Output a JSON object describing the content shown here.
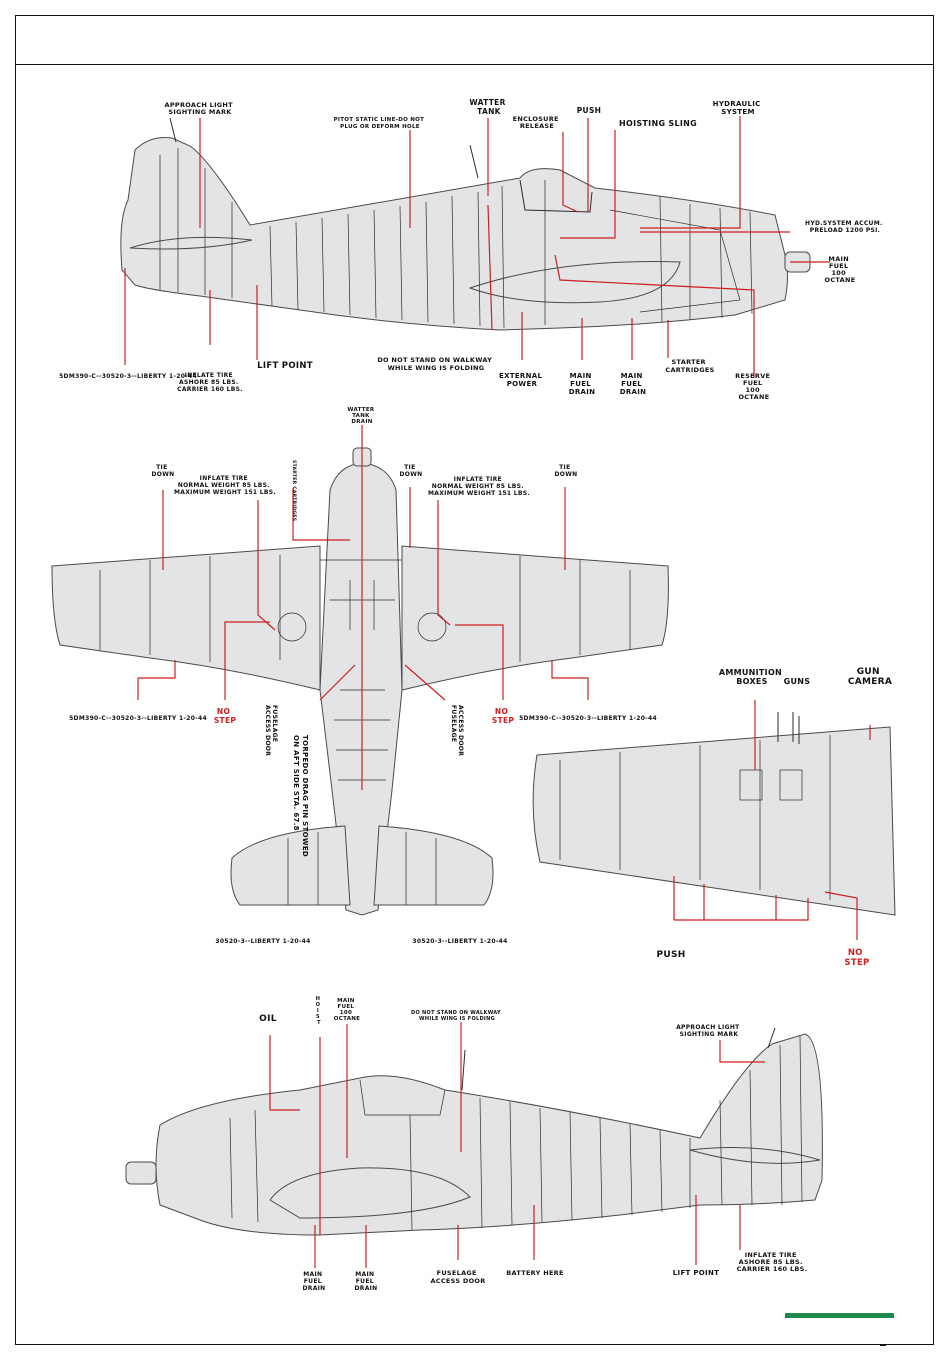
{
  "colors": {
    "lead_line": "#cf1f1f",
    "stencil_red": "#d21e1e",
    "body_gray": "#e2e4e6",
    "accent_bar": "#1f8a4c"
  },
  "side_view_right": {
    "approach_light": [
      "APPROACH LIGHT",
      "SIGHTING MARK"
    ],
    "pitot_static": [
      "PITOT STATIC LINE-DO NOT",
      "PLUG OR DEFORM HOLE"
    ],
    "watter_tank": [
      "WATTER",
      "TANK"
    ],
    "enclosure_release": [
      "ENCLOSURE",
      "RELEASE"
    ],
    "push": "PUSH",
    "hoisting_sling": "HOISTING SLING",
    "hydraulic_system": [
      "HYDRAULIC",
      "SYSTEM"
    ],
    "hyd_accum": [
      "HYD.SYSTEM ACCUM.",
      "PRELOAD 1200 PSI."
    ],
    "main_fuel_octane": [
      "MAIN",
      "FUEL",
      "100",
      "OCTANE"
    ],
    "serial": "5DM390-C--30520-3--LIBERTY 1-20-44",
    "inflate_tire": [
      "INFLATE TIRE",
      "ASHORE 85 LBS.",
      "CARRIER 160 LBS."
    ],
    "lift_point": "LIFT POINT",
    "walkway": [
      "DO NOT STAND ON WALKWAY",
      "WHILE WING IS FOLDING"
    ],
    "external_power": [
      "EXTERNAL",
      "POWER"
    ],
    "main_fuel_drain_1": [
      "MAIN",
      "FUEL",
      "DRAIN"
    ],
    "main_fuel_drain_2": [
      "MAIN",
      "FUEL",
      "DRAIN"
    ],
    "starter_cartridges": [
      "STARTER",
      "CARTRIDGES"
    ],
    "reserve_fuel": [
      "RESERVE",
      "FUEL",
      "100",
      "OCTANE"
    ]
  },
  "top_view": {
    "watter_tank_drain": [
      "WATTER",
      "TANK",
      "DRAIN"
    ],
    "starter_cartridges": "STARTER CARTRIDGES",
    "tie_down_left": [
      "TIE",
      "DOWN"
    ],
    "inflate_left": [
      "INFLATE TIRE",
      "NORMAL WEIGHT 85 LBS.",
      "MAXIMUM WEIGHT 151 LBS."
    ],
    "tie_down_center": [
      "TIE",
      "DOWN"
    ],
    "inflate_right": [
      "INFLATE TIRE",
      "NORMAL WEIGHT 85 LBS.",
      "MAXIMUM WEIGHT 151 LBS."
    ],
    "tie_down_right": [
      "TIE",
      "DOWN"
    ],
    "serial_left": "5DM390-C--30520-3--LIBERTY 1-20-44",
    "serial_right": "5DM390-C--30520-3--LIBERTY 1-20-44",
    "no_step_left": [
      "NO",
      "STEP"
    ],
    "no_step_right": [
      "NO",
      "STEP"
    ],
    "fuselage_access_left": [
      "FUSELAGE",
      "ACCESS DOOR"
    ],
    "fuselage_access_right": [
      "FUSELAGE",
      "ACCESS DOOR"
    ],
    "torpedo": [
      "TORPEDO DRAG PIN STOWED",
      "ON AFT SIDE STA. 67.8"
    ],
    "tail_serial_left": "30520-3--LIBERTY 1-20-44",
    "tail_serial_right": "30520-3--LIBERTY 1-20-44"
  },
  "wing_detail": {
    "ammunition_boxes": [
      "AMMUNITION",
      "BOXES"
    ],
    "guns": "GUNS",
    "gun_camera": [
      "GUN",
      "CAMERA"
    ],
    "push": "PUSH",
    "no_step": [
      "NO",
      "STEP"
    ]
  },
  "side_view_left": {
    "oil": "OIL",
    "hoist": [
      "H",
      "O",
      "I",
      "S",
      "T"
    ],
    "main_fuel_octane": [
      "MAIN",
      "FUEL",
      "100",
      "OCTANE"
    ],
    "walkway": [
      "DO NOT STAND ON WALKWAY",
      "WHILE WING IS FOLDING"
    ],
    "approach_light": [
      "APPROACH LIGHT",
      "SIGHTING MARK"
    ],
    "main_fuel_drain_1": [
      "MAIN",
      "FUEL",
      "DRAIN"
    ],
    "main_fuel_drain_2": [
      "MAIN",
      "FUEL",
      "DRAIN"
    ],
    "fuselage_access": [
      "FUSELAGE",
      "ACCESS DOOR"
    ],
    "battery": "BATTERY HERE",
    "lift_point": "LIFT POINT",
    "inflate_tire": [
      "INFLATE TIRE",
      "ASHORE 85 LBS.",
      "CARRIER 160 LBS."
    ]
  }
}
